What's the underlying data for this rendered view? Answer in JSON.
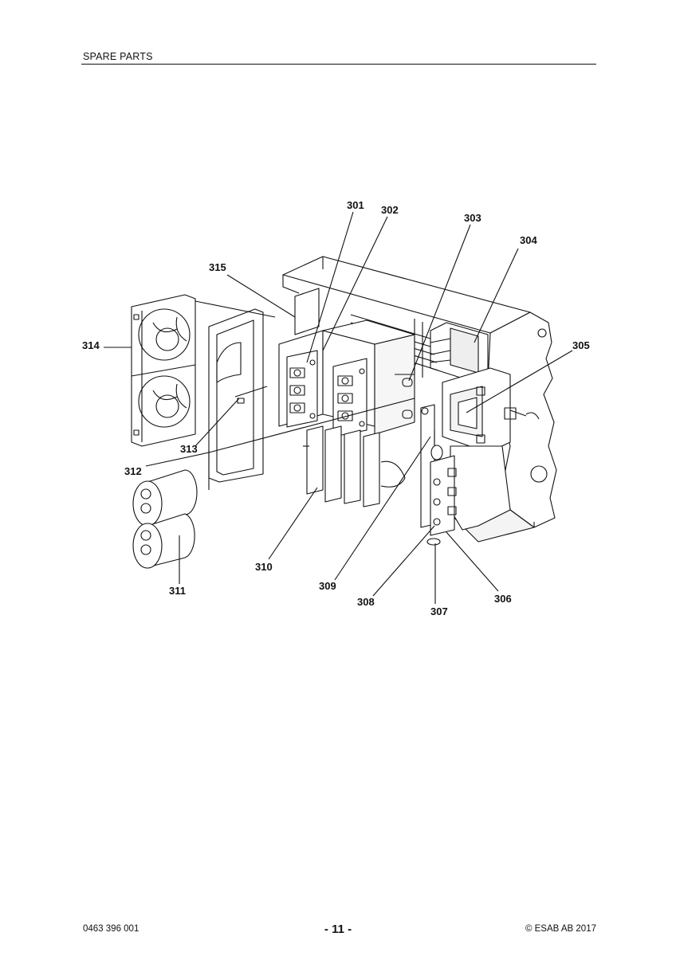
{
  "header": {
    "section_title": "SPARE PARTS"
  },
  "diagram": {
    "callouts": [
      {
        "id": "c301",
        "label": "301"
      },
      {
        "id": "c302",
        "label": "302"
      },
      {
        "id": "c303",
        "label": "303"
      },
      {
        "id": "c304",
        "label": "304"
      },
      {
        "id": "c305",
        "label": "305"
      },
      {
        "id": "c306",
        "label": "306"
      },
      {
        "id": "c307",
        "label": "307"
      },
      {
        "id": "c308",
        "label": "308"
      },
      {
        "id": "c309",
        "label": "309"
      },
      {
        "id": "c310",
        "label": "310"
      },
      {
        "id": "c311",
        "label": "311"
      },
      {
        "id": "c312",
        "label": "312"
      },
      {
        "id": "c313",
        "label": "313"
      },
      {
        "id": "c314",
        "label": "314"
      },
      {
        "id": "c315",
        "label": "315"
      }
    ]
  },
  "footer": {
    "document_number": "0463 396 001",
    "page_number": "- 11 -",
    "copyright": "© ESAB AB 2017"
  }
}
